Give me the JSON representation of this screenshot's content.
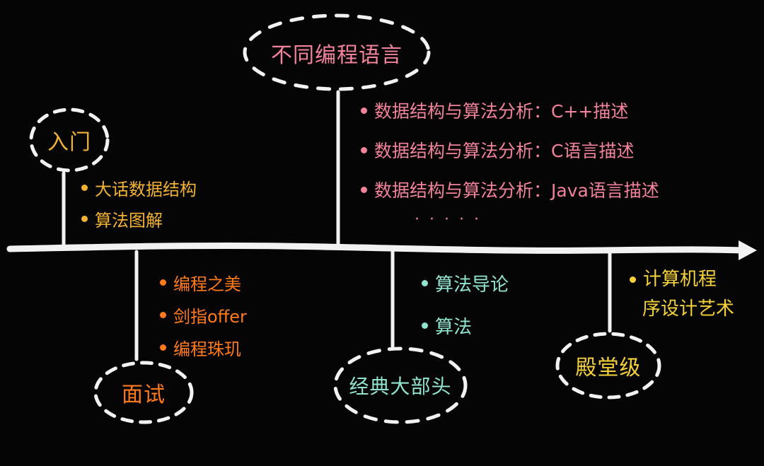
{
  "colors": {
    "background": "#050505",
    "line": "#f2f2f2",
    "beginner": "#f3b234",
    "languages": "#f2839a",
    "interview": "#ff7a1a",
    "classics": "#8fe3cf",
    "hall_of_fame": "#f6d23a"
  },
  "timeline": {
    "direction": "left-to-right",
    "arrow_icon": "arrow-right-icon"
  },
  "stages": [
    {
      "id": "beginner",
      "label": "入门",
      "position": "above",
      "items": [
        "大话数据结构",
        "算法图解"
      ]
    },
    {
      "id": "interview",
      "label": "面试",
      "position": "below",
      "items": [
        "编程之美",
        "剑指offer",
        "编程珠玑"
      ]
    },
    {
      "id": "languages",
      "label": "不同编程语言",
      "position": "above",
      "items": [
        "数据结构与算法分析：C++描述",
        "数据结构与算法分析：C语言描述",
        "数据结构与算法分析：Java语言描述"
      ],
      "ellipsis": "·····"
    },
    {
      "id": "classics",
      "label": "经典大部头",
      "position": "below",
      "items": [
        "算法导论",
        "算法"
      ]
    },
    {
      "id": "hall_of_fame",
      "label": "殿堂级",
      "position": "below",
      "items": [
        "计算机程",
        "序设计艺术"
      ]
    }
  ]
}
